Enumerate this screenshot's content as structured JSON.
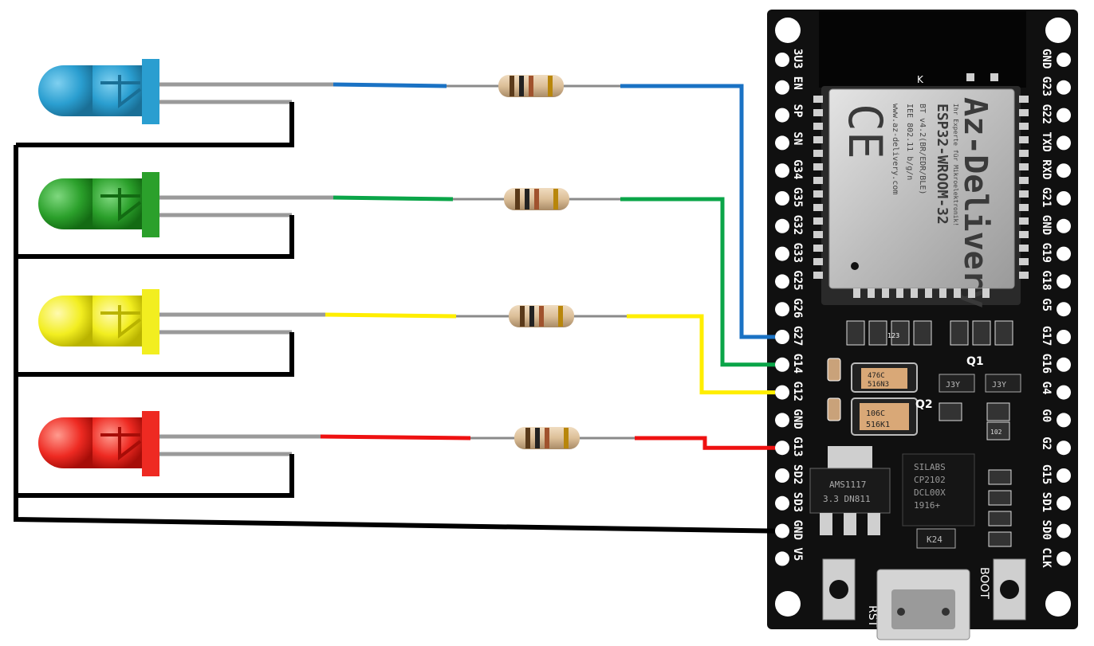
{
  "colors": {
    "blue": "#1a72c4",
    "green": "#0aa548",
    "yellow": "#ffee00",
    "red": "#ee1111",
    "black": "#000000",
    "board": "#101010"
  },
  "leds": [
    {
      "name": "blue",
      "color": "#2a9ed0",
      "dark": "#1a6f96",
      "pin": "G27"
    },
    {
      "name": "green",
      "color": "#2ba02b",
      "dark": "#136b13",
      "pin": "G14"
    },
    {
      "name": "yellow",
      "color": "#f2ee20",
      "dark": "#b9b300",
      "pin": "G12"
    },
    {
      "name": "red",
      "color": "#ee2a22",
      "dark": "#a60d08",
      "pin": "G13"
    }
  ],
  "board": {
    "left_pins": [
      "3U3",
      "EN",
      "SP",
      "SN",
      "G34",
      "G35",
      "G32",
      "G33",
      "G25",
      "G26",
      "G27",
      "G14",
      "G12",
      "GND",
      "G13",
      "SD2",
      "SD3",
      "GND",
      "V5"
    ],
    "right_pins": [
      "GND",
      "G23",
      "G22",
      "TXD",
      "RXD",
      "G21",
      "GND",
      "G19",
      "G18",
      "G5",
      "G17",
      "G16",
      "G4",
      "G0",
      "G2",
      "G15",
      "SD1",
      "SD0",
      "CLK"
    ],
    "module": {
      "brand": "Az-Delivery",
      "tagline": "Ihr Experte für Mikroelektronik!",
      "model": "ESP32-WROOM-32",
      "bt": "BT v4.2(BR/EDR/BLE)",
      "wifi": "IEE 802.11 b/g/n",
      "url": "www.az-delivery.com",
      "cert": "CE",
      "antenna_mark": "K"
    },
    "chips": {
      "usb_bridge_line1": "SILABS",
      "usb_bridge_line2": "CP2102",
      "usb_bridge_line3": "DCL00X",
      "usb_bridge_line4": "1916+",
      "regulator_line1": "AMS1117",
      "regulator_line2": "3.3  DN811",
      "cap1_line1": "476C",
      "cap1_line2": "516N3",
      "cap2_line1": "106C",
      "cap2_line2": "516K1",
      "diode": "K24",
      "q1": "Q1",
      "q2": "Q2",
      "j3y": "J3Y",
      "r123": "123",
      "r102": "102"
    },
    "buttons": {
      "rst": "RST",
      "boot": "BOOT"
    }
  }
}
